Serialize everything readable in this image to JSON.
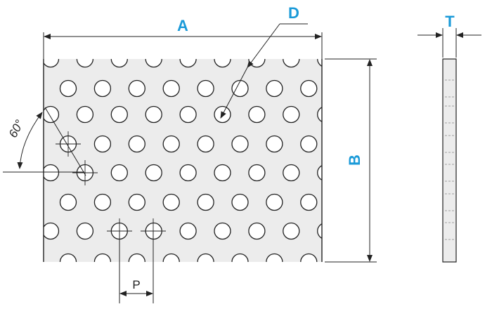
{
  "labels": {
    "a": "A",
    "b": "B",
    "d": "D",
    "t": "T",
    "p": "P",
    "angle": "60°"
  },
  "colors": {
    "label": "#1a9ad8",
    "line": "#222222",
    "plate_fill": "#ececec",
    "hole_fill": "#ffffff"
  },
  "icons": {
    "arrow": "arrow-head-icon"
  }
}
